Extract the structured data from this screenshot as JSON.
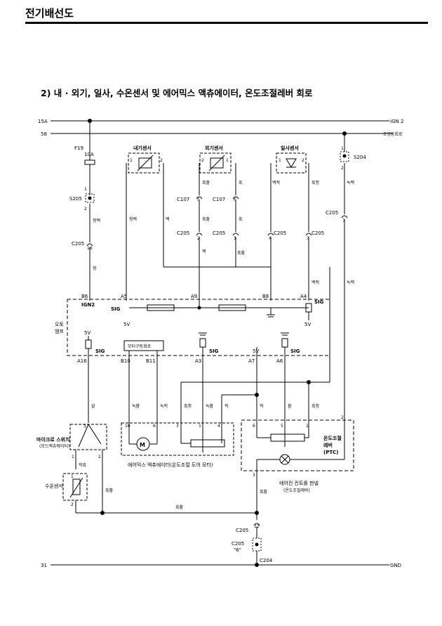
{
  "header": {
    "title": "전기배선도"
  },
  "section": {
    "title": "2) 내 · 외기, 일사, 수온센서 및 에어믹스 액츄에이터, 온도조절레버 회로"
  },
  "rails": {
    "left_15a": "15A",
    "left_58": "58",
    "right_ign2": "IGN 2",
    "right_58": "조명등회로",
    "left_31": "31",
    "right_gnd": "GND"
  },
  "fuse": {
    "name": "F19",
    "rating": "10A"
  },
  "splices": {
    "s205": "S205",
    "s204": "S204",
    "c204": "C204"
  },
  "sensors": {
    "in_air": "내기센서",
    "out_air": "외기센서",
    "sun": "일사센서",
    "water": "수온센서"
  },
  "connectors": {
    "c107_5": "C107",
    "c107_6": "C107",
    "c205": "C205",
    "c205_6": "C205",
    "c205_6_note": "\"6\"",
    "pins": [
      "1",
      "2",
      "1",
      "2",
      "1",
      "2",
      "1",
      "2",
      "1",
      "2",
      "1",
      "2",
      "3",
      "1",
      "2",
      "1",
      "2",
      "3",
      "1",
      "4",
      "5",
      "6",
      "6",
      "5",
      "1",
      "2",
      "3",
      "16",
      "2",
      "1",
      "4",
      "3",
      "7",
      "12",
      "5",
      "6"
    ]
  },
  "wires": {
    "cheongbaek": "청백",
    "baek": "백",
    "heukhwang": "흑황",
    "heuk": "흑",
    "baekjeok": "백적",
    "heukcheong": "흑청",
    "nokbaek": "녹백",
    "cheong": "청",
    "gal": "갈",
    "nokhwang": "녹황",
    "nokjeok": "녹적",
    "jeok": "적",
    "hwang": "황",
    "jeokheuk": "적흑",
    "heukhwang2": "흑황",
    "heukhwang3": "흑황",
    "heukjeong": "흑청",
    "heukbaek": "흑황"
  },
  "ecu": {
    "name": "오토\n앰프",
    "name_l1": "오토",
    "name_l2": "앰프",
    "pins": {
      "b6": "B6",
      "a5": "A5",
      "a9": "A9",
      "b8": "B8",
      "a4": "A4",
      "a16": "A16",
      "b10": "B10",
      "b11": "B11",
      "a3": "A3",
      "a7": "A7",
      "a6": "A6"
    },
    "ign2": "IGN2",
    "sig": "SIG",
    "v5": "5V",
    "motor_drive": "모터구동회로"
  },
  "components": {
    "micro_switch_l1": "마이크로 스위치",
    "micro_switch_l2": "(모드액츄에이터)",
    "airmix_actuator": "에어믹스 액츄에이터(온도조절 도어 모터)",
    "temp_lever_l1": "온도조절",
    "temp_lever_l2": "레버",
    "temp_lever_l3": "(PTC)",
    "ac_panel_l1": "에어컨 컨트롤 판넬",
    "ac_panel_l2": "(온도조절레버)",
    "motor_symbol": "M"
  }
}
